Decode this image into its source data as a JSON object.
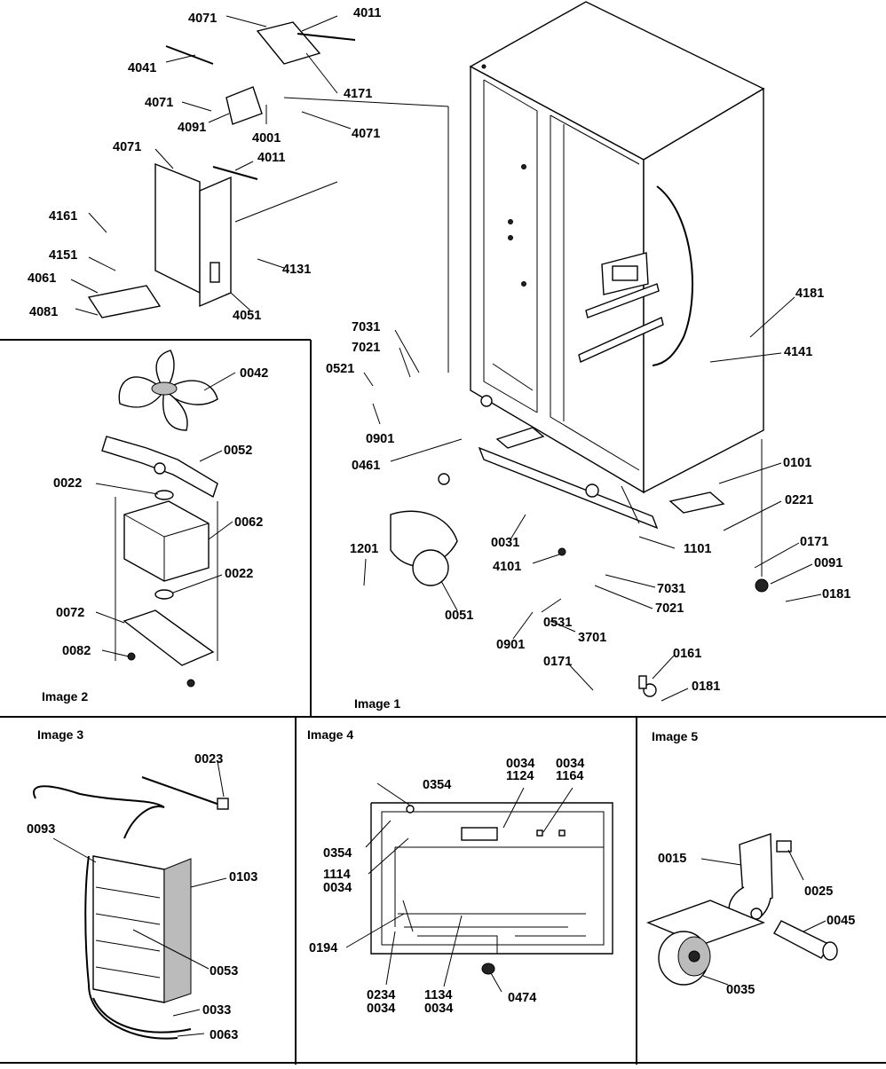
{
  "panels": {
    "image1": {
      "caption": "Image 1",
      "labels": [
        "4071",
        "4011",
        "4041",
        "4171",
        "4071",
        "4091",
        "4001",
        "4071",
        "4071",
        "4011",
        "4161",
        "4151",
        "4131",
        "4061",
        "4081",
        "4051",
        "4181",
        "4141",
        "7031",
        "7021",
        "0521",
        "0901",
        "0461",
        "0101",
        "0221",
        "0171",
        "0091",
        "0181",
        "1201",
        "0031",
        "1101",
        "4101",
        "7031",
        "7021",
        "0531",
        "3701",
        "0901",
        "0051",
        "0171",
        "0161",
        "0181"
      ]
    },
    "image2": {
      "caption": "Image 2",
      "labels": [
        "0042",
        "0052",
        "0022",
        "0062",
        "0022",
        "0072",
        "0082"
      ]
    },
    "image3": {
      "caption": "Image 3",
      "labels": [
        "0023",
        "0093",
        "0103",
        "0053",
        "0033",
        "0063"
      ]
    },
    "image4": {
      "caption": "Image 4",
      "labels": [
        "0034",
        "1124",
        "0034",
        "1164",
        "0354",
        "0354",
        "1114",
        "0034",
        "0194",
        "0234",
        "0034",
        "1134",
        "0034",
        "0474"
      ]
    },
    "image5": {
      "caption": "Image 5",
      "labels": [
        "0015",
        "0025",
        "0045",
        "0035"
      ]
    }
  }
}
